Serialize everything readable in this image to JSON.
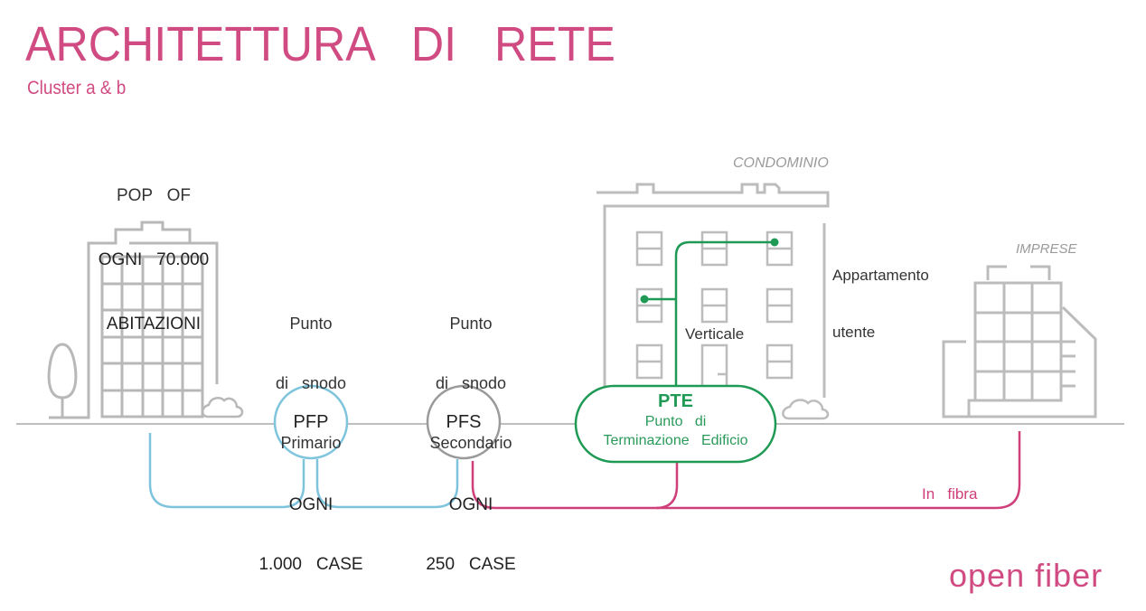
{
  "header": {
    "title": "ARCHITETTURA   DI   RETE",
    "subtitle": "Cluster a & b"
  },
  "pop": {
    "line1": "POP   OF",
    "line2": "OGNI   70.000",
    "line3": "ABITAZIONI"
  },
  "pfp": {
    "label1": "Punto",
    "label2": "di   snodo",
    "label3": "Primario",
    "count1": "OGNI",
    "count2": "1.000   CASE",
    "node": "PFP"
  },
  "pfs": {
    "label1": "Punto",
    "label2": "di   snodo",
    "label3": "Secondario",
    "count1": "OGNI",
    "count2": "250   CASE",
    "node": "PFS"
  },
  "pte": {
    "node": "PTE",
    "sub1": "Punto   di",
    "sub2": "Terminazione   Edificio"
  },
  "condominio": {
    "label": "CONDOMINIO",
    "apartment1": "Appartamento",
    "apartment2": "utente",
    "vertical": "Verticale"
  },
  "imprese": {
    "label": "IMPRESE"
  },
  "fiber_label": "In   fibra",
  "logo": {
    "part1": "open",
    "part2": "fiber"
  },
  "colors": {
    "brand_pink": "#d14b83",
    "fiber_pink": "#cf3f7a",
    "pte_green": "#1f9a55",
    "pfp_blue": "#7ec4dd",
    "line_gray": "#b4b4b4"
  }
}
